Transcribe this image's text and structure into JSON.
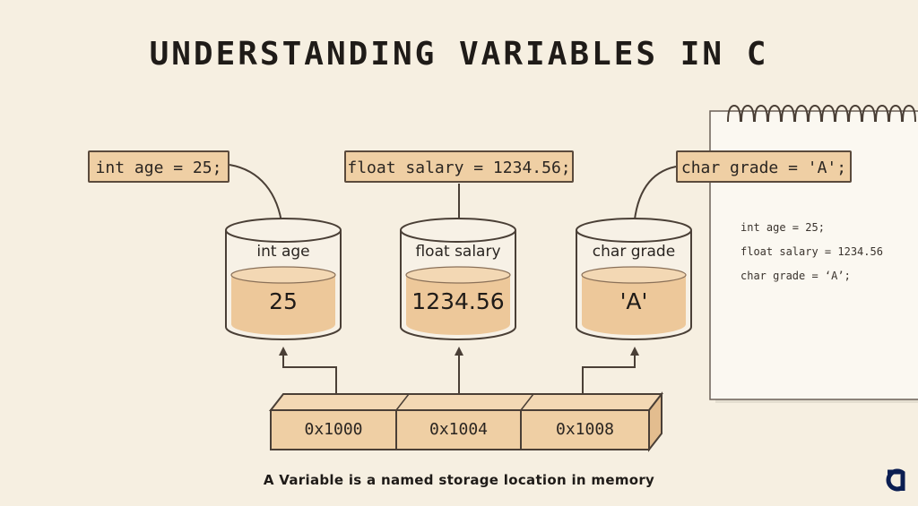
{
  "title": "UNDERSTANDING VARIABLES IN C",
  "declarations": [
    {
      "code": "int age = 25;",
      "cylinder_label": "int age",
      "value": "25"
    },
    {
      "code": "float salary = 1234.56;",
      "cylinder_label": "float salary",
      "value": "1234.56"
    },
    {
      "code": "char grade = 'A';",
      "cylinder_label": "char grade",
      "value": "'A'"
    }
  ],
  "addresses": [
    "0x1000",
    "0x1004",
    "0x1008"
  ],
  "notebook": {
    "lines": [
      "int age = 25;",
      "float salary = 1234.56",
      "char grade = ‘A’;"
    ]
  },
  "caption": "A Variable is a named storage location in memory",
  "colors": {
    "background": "#f6efe1",
    "label_fill": "#efcfa4",
    "liquid_fill": "#edc89a",
    "ink": "#4a3f36",
    "logo": "#0b1e52"
  }
}
